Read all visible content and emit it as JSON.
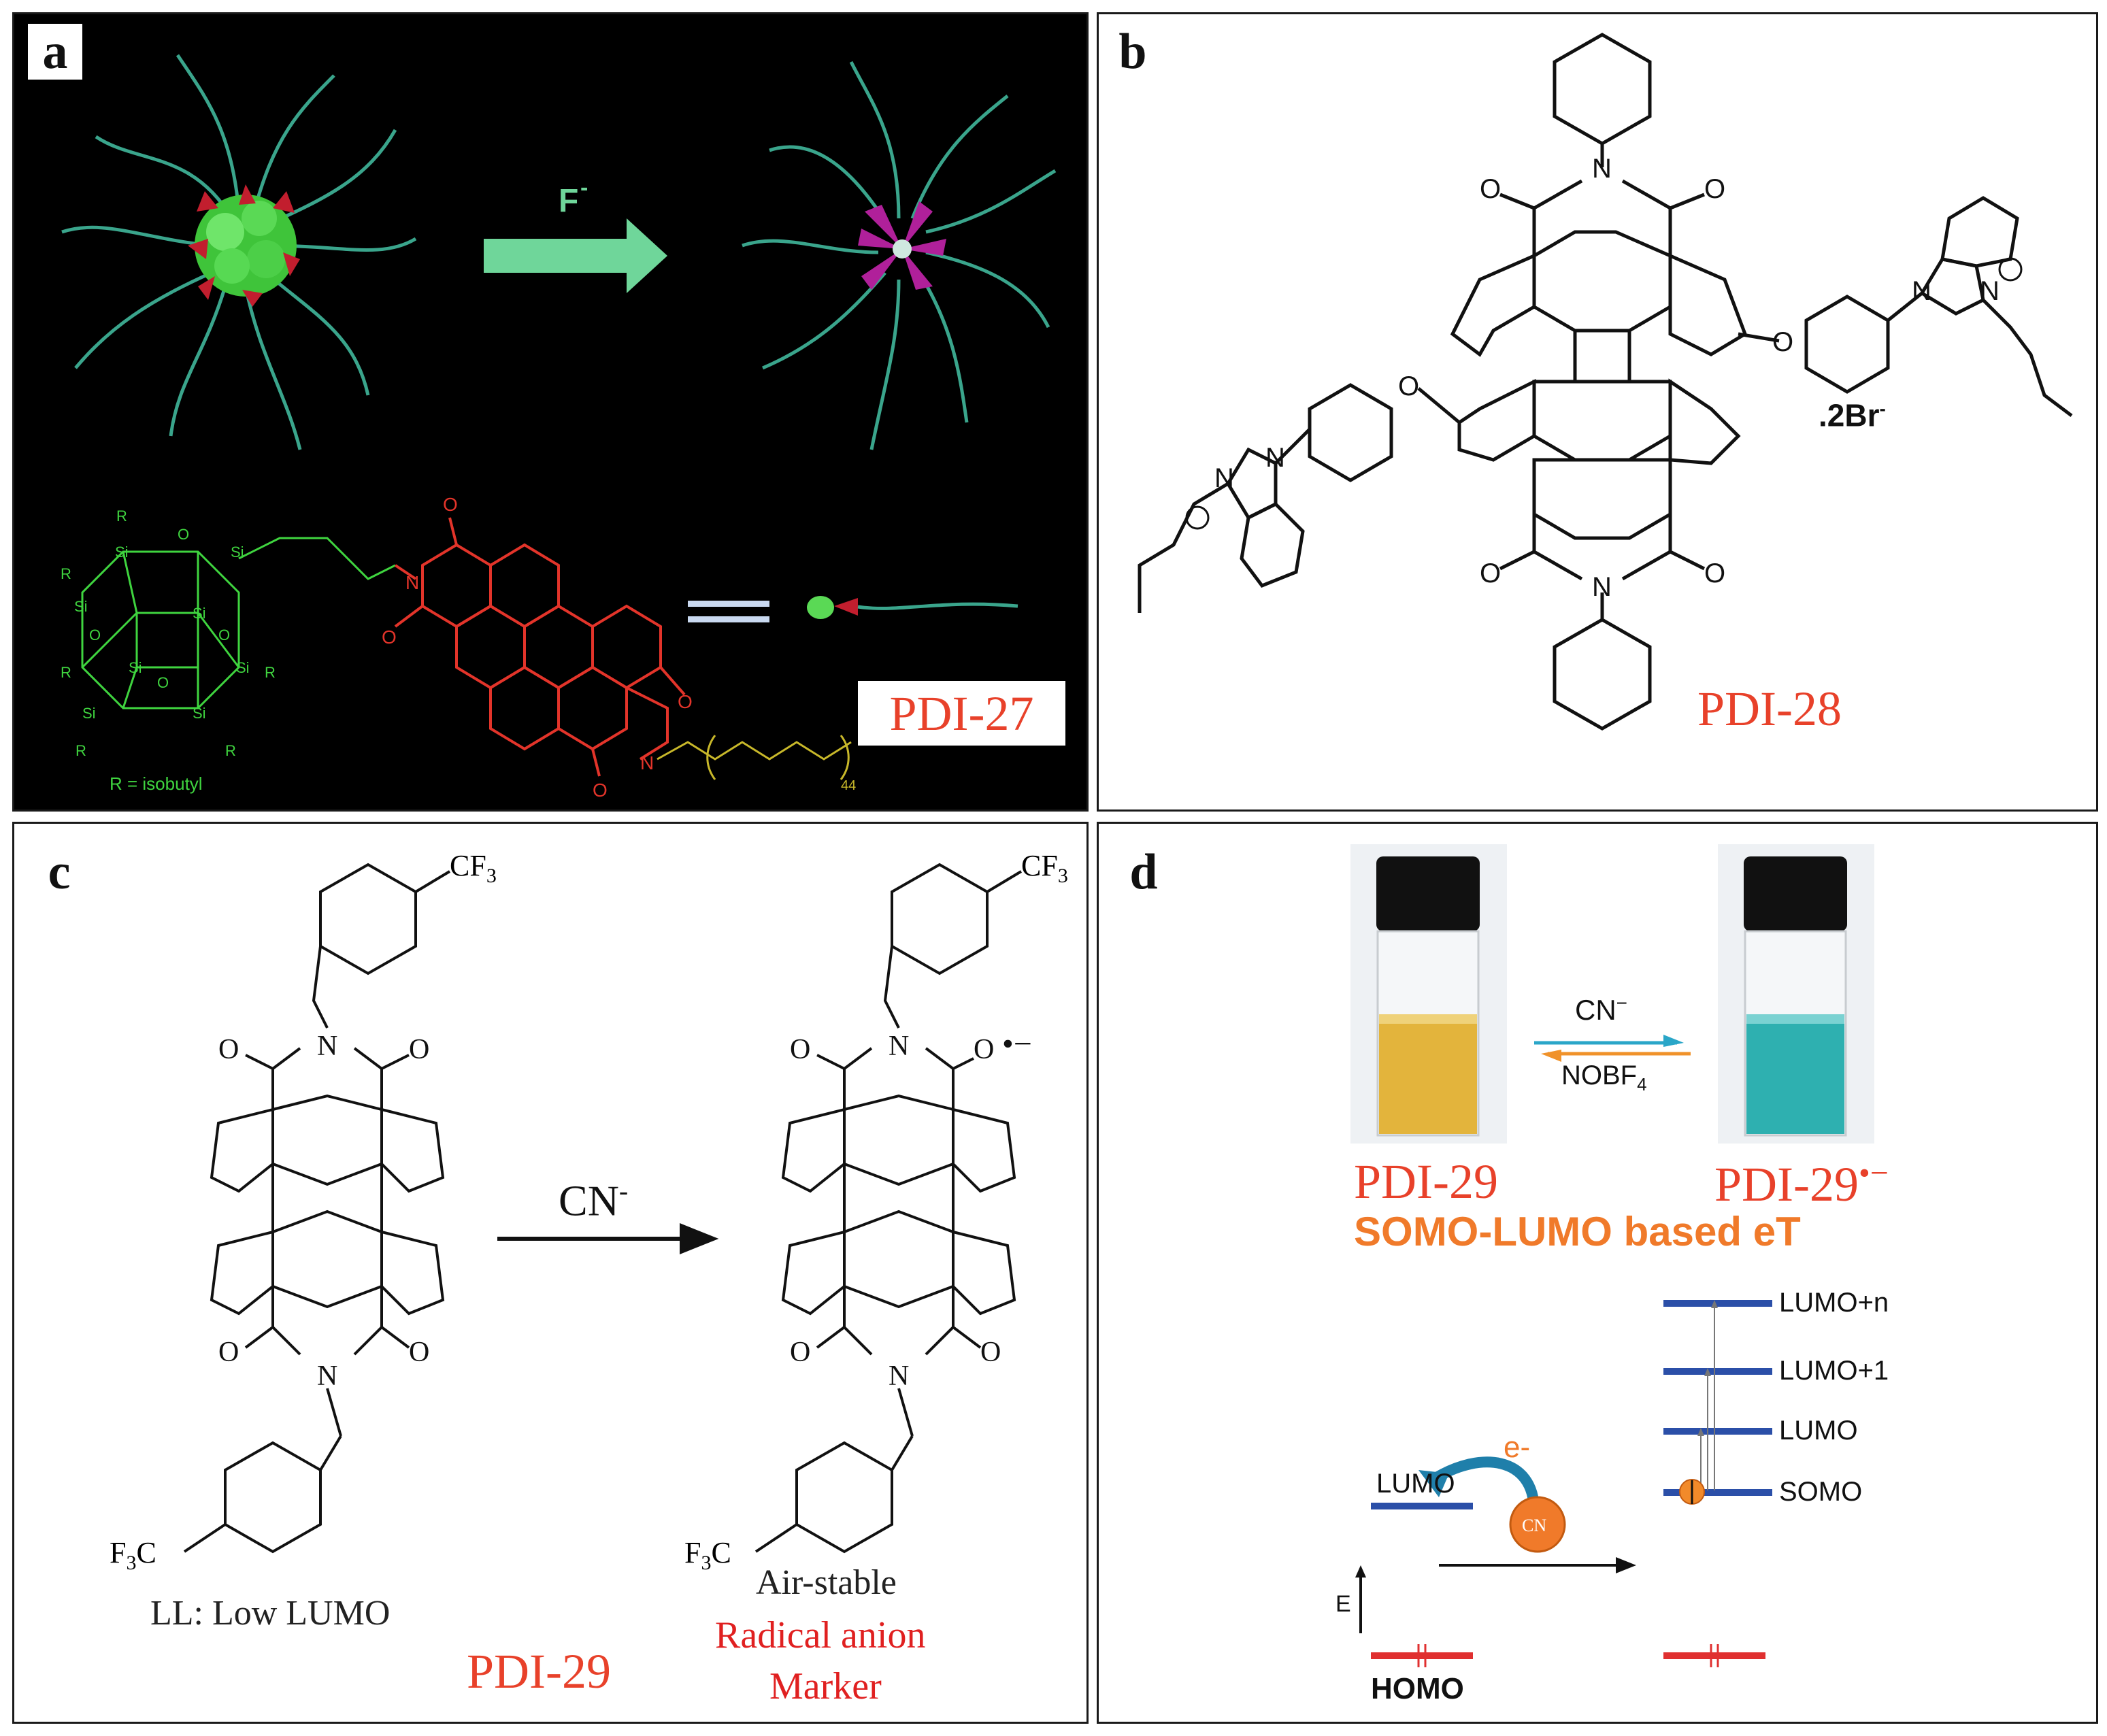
{
  "panels": {
    "a": {
      "label": "a",
      "arrow_label": "F",
      "arrow_label_sup": "-",
      "si_atoms": [
        "Si",
        "Si",
        "Si",
        "Si",
        "Si",
        "Si",
        "Si",
        "Si"
      ],
      "r_group": "R",
      "o_atom": "O",
      "r_def": "R = isobutyl",
      "poly_n": "44",
      "compound": "PDI-27"
    },
    "b": {
      "label": "b",
      "counterion": ".2Br",
      "counterion_sup": "-",
      "compound": "PDI-28"
    },
    "c": {
      "label": "c",
      "cf3_top": "CF",
      "cf3_sub": "3",
      "f3c_pre": "F",
      "f3c_sub": "3",
      "f3c_post": "C",
      "reagent": "CN",
      "reagent_sup": "-",
      "radical_mark": "•−",
      "left_caption": "LL: Low LUMO",
      "right_caption_1": "Air-stable",
      "right_caption_2": "Radical anion",
      "right_caption_3": "Marker",
      "compound": "PDI-29"
    },
    "d": {
      "label": "d",
      "forward_reagent": "CN",
      "forward_sup": "−",
      "reverse_reagent": "NOBF",
      "reverse_sub": "4",
      "left_compound": "PDI-29",
      "right_compound": "PDI-29",
      "right_sup": "•−",
      "subtitle": "SOMO-LUMO based eT",
      "levels": [
        "LUMO+n",
        "LUMO+1",
        "LUMO",
        "SOMO"
      ],
      "left_lumo": "LUMO",
      "homo": "HOMO",
      "electron": "e-",
      "energy_axis": "E",
      "cn_ball": "CN"
    }
  },
  "colors": {
    "panel_a_bg": "#000000",
    "pdi_red": "#e8412a",
    "poss_green": "#4fd84f",
    "chain_teal": "#3aa58c",
    "level_blue": "#2b4fa8",
    "homo_red": "#e03030",
    "orange": "#f07a2a",
    "vial_yellow": "#e6b53a",
    "vial_cyan": "#2fb3b3"
  },
  "atoms": {
    "oxygen": "O",
    "nitrogen": "N"
  }
}
